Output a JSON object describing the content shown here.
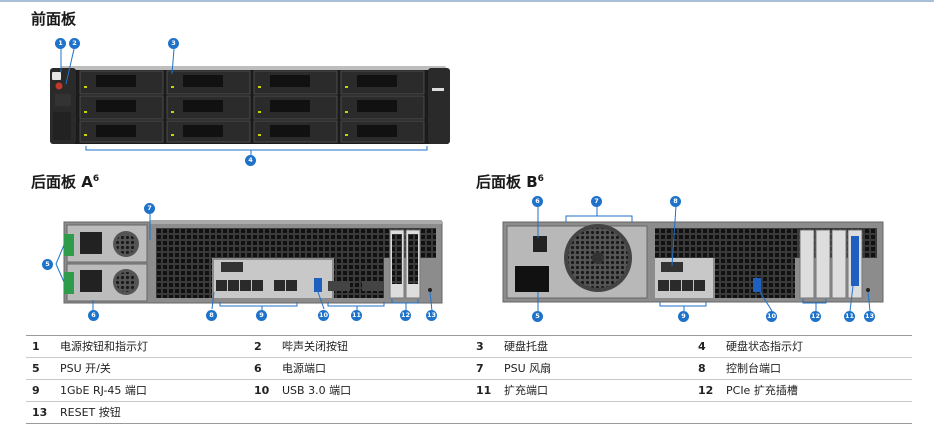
{
  "sections": {
    "front": "前面板",
    "rear_a": "后面板 A",
    "rear_a_sup": "6",
    "rear_b": "后面板 B",
    "rear_b_sup": "6"
  },
  "callouts": [
    "1",
    "2",
    "3",
    "4",
    "5",
    "6",
    "7",
    "8",
    "9",
    "10",
    "11",
    "12",
    "13"
  ],
  "legend": [
    [
      {
        "n": "1",
        "t": "电源按钮和指示灯"
      },
      {
        "n": "2",
        "t": "哔声关闭按钮"
      },
      {
        "n": "3",
        "t": "硬盘托盘"
      },
      {
        "n": "4",
        "t": "硬盘状态指示灯"
      }
    ],
    [
      {
        "n": "5",
        "t": "PSU 开/关"
      },
      {
        "n": "6",
        "t": "电源端口"
      },
      {
        "n": "7",
        "t": "PSU 风扇"
      },
      {
        "n": "8",
        "t": "控制台端口"
      }
    ],
    [
      {
        "n": "9",
        "t": "1GbE RJ-45 端口"
      },
      {
        "n": "10",
        "t": "USB 3.0 端口"
      },
      {
        "n": "11",
        "t": "扩充端口"
      },
      {
        "n": "12",
        "t": "PCIe 扩充插槽"
      }
    ],
    [
      {
        "n": "13",
        "t": "RESET 按钮"
      }
    ]
  ]
}
